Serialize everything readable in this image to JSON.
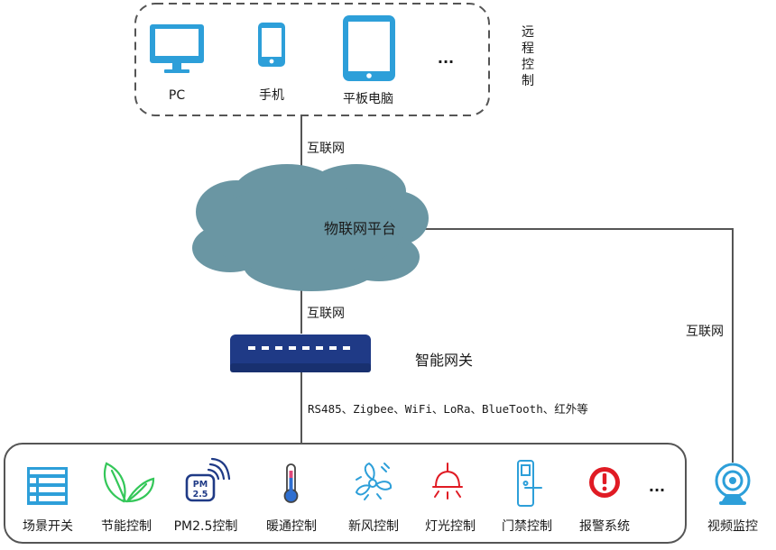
{
  "remote": {
    "title": "远程控制",
    "devices": [
      {
        "label": "PC",
        "icon": "monitor-icon"
      },
      {
        "label": "手机",
        "icon": "phone-icon"
      },
      {
        "label": "平板电脑",
        "icon": "tablet-icon"
      }
    ],
    "more": "..."
  },
  "links": {
    "top": "互联网",
    "middle": "互联网",
    "right": "互联网",
    "protocols": "RS485、Zigbee、WiFi、LoRa、BlueTooth、红外等"
  },
  "platform": {
    "label": "物联网平台"
  },
  "gateway": {
    "label": "智能网关"
  },
  "devices": {
    "items": [
      {
        "label": "场景开关",
        "icon": "panel-icon"
      },
      {
        "label": "节能控制",
        "icon": "leaf-icon"
      },
      {
        "label": "PM2.5控制",
        "icon": "pm25-icon",
        "badge": "PM\n2.5"
      },
      {
        "label": "暖通控制",
        "icon": "thermometer-icon"
      },
      {
        "label": "新风控制",
        "icon": "fan-icon"
      },
      {
        "label": "灯光控制",
        "icon": "lamp-icon"
      },
      {
        "label": "门禁控制",
        "icon": "door-lock-icon"
      },
      {
        "label": "报警系统",
        "icon": "alarm-icon"
      }
    ],
    "more": "..."
  },
  "camera": {
    "label": "视频监控",
    "icon": "camera-icon"
  },
  "colors": {
    "icon_blue": "#2d9fd9",
    "cloud": "#6a96a3",
    "gateway": "#1f3a86",
    "leaf": "#34c759",
    "alarm": "#e01b24",
    "line": "#555555"
  }
}
